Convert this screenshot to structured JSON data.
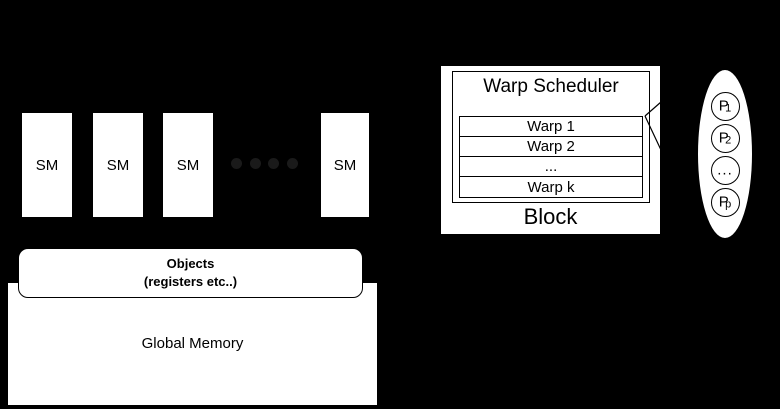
{
  "diagram": {
    "title": "GPU execution model diagram",
    "background_color": "#000000",
    "box_fill": "#ffffff",
    "line_color": "#000000"
  },
  "sm_row": {
    "boxes": [
      {
        "label": "SM"
      },
      {
        "label": "SM"
      },
      {
        "label": "SM"
      },
      {
        "label": "SM"
      }
    ],
    "ellipsis_dots": 4
  },
  "memory": {
    "objects_title": "Objects",
    "objects_subtitle": "(registers etc..)",
    "global_memory_label": "Global Memory"
  },
  "block": {
    "label": "Block",
    "warp_scheduler_title": "Warp Scheduler",
    "warps": [
      {
        "label": "Warp 1"
      },
      {
        "label": "Warp 2"
      },
      {
        "label": "..."
      },
      {
        "label": "Warp k"
      }
    ]
  },
  "processors": {
    "items": [
      {
        "base": "P",
        "sub": "1"
      },
      {
        "base": "P",
        "sub": "2"
      },
      {
        "base": "...",
        "sub": ""
      },
      {
        "base": "P",
        "sub": "p"
      }
    ]
  }
}
